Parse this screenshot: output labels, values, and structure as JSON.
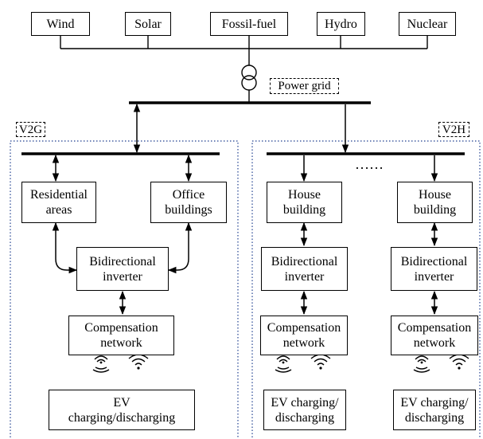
{
  "sources": [
    "Wind",
    "Solar",
    "Fossil-fuel",
    "Hydro",
    "Nuclear"
  ],
  "grid_label": "Power grid",
  "v2g": {
    "label": "V2G",
    "residential": "Residential\nareas",
    "office": "Office\nbuildings",
    "inverter": "Bidirectional\ninverter",
    "compensation": "Compensation\nnetwork",
    "ev": "EV\ncharging/discharging"
  },
  "v2h": {
    "label": "V2H",
    "ellipsis": "……",
    "units": [
      {
        "house": "House\nbuilding",
        "inverter": "Bidirectional\ninverter",
        "compensation": "Compensation\nnetwork",
        "ev": "EV charging/\ndischarging"
      },
      {
        "house": "House\nbuilding",
        "inverter": "Bidirectional\ninverter",
        "compensation": "Compensation\nnetwork",
        "ev": "EV charging/\ndischarging"
      }
    ]
  },
  "icons": [
    "wireless-charging-coil-icon",
    "wifi-signal-icon"
  ],
  "colors": {
    "line": "#000000",
    "v2g_border": "#1f3f8f",
    "v2h_border": "#1f3f8f"
  }
}
